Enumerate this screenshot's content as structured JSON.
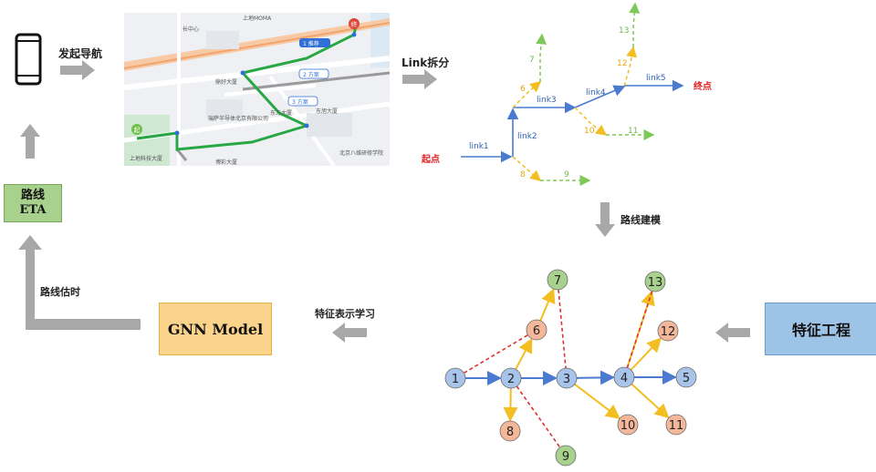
{
  "flow": {
    "start_navigation": "发起导航",
    "link_split": "Link拆分",
    "route_modeling": "路线建模",
    "feature_learning": "特征表示学习",
    "route_estimation": "路线估时",
    "route_eta_line1": "路线",
    "route_eta_line2": "ETA",
    "gnn_model": "GNN Model",
    "feature_engineering": "特征工程"
  },
  "map": {
    "labels": [
      "上地MOMA",
      "长中心",
      "1 推荐",
      "2 方案",
      "3 方案",
      "鼎好大厦",
      "东方大厦",
      "瑞萨半导体北京有限公司",
      "上地科技大厦",
      "东旭大厦",
      "北京八维研修学院",
      "博彩大厦"
    ],
    "start_marker": "起",
    "end_marker": "终"
  },
  "links": {
    "start": "起点",
    "end": "终点",
    "link1": "link1",
    "link2": "link2",
    "link3": "link3",
    "link4": "link4",
    "link5": "link5",
    "side_numbers": [
      "6",
      "7",
      "8",
      "9",
      "10",
      "11",
      "12",
      "13"
    ]
  },
  "graph": {
    "nodes": [
      {
        "id": "1",
        "group": "main"
      },
      {
        "id": "2",
        "group": "main"
      },
      {
        "id": "3",
        "group": "main"
      },
      {
        "id": "4",
        "group": "main"
      },
      {
        "id": "5",
        "group": "main"
      },
      {
        "id": "6",
        "group": "adjacent"
      },
      {
        "id": "7",
        "group": "neighbor"
      },
      {
        "id": "8",
        "group": "adjacent"
      },
      {
        "id": "9",
        "group": "neighbor"
      },
      {
        "id": "10",
        "group": "adjacent"
      },
      {
        "id": "11",
        "group": "adjacent"
      },
      {
        "id": "12",
        "group": "adjacent"
      },
      {
        "id": "13",
        "group": "neighbor"
      }
    ],
    "edges": [
      {
        "from": "1",
        "to": "2",
        "style": "main"
      },
      {
        "from": "2",
        "to": "3",
        "style": "main"
      },
      {
        "from": "3",
        "to": "4",
        "style": "main"
      },
      {
        "from": "4",
        "to": "5",
        "style": "main"
      },
      {
        "from": "2",
        "to": "6",
        "style": "yellow"
      },
      {
        "from": "6",
        "to": "7",
        "style": "yellow"
      },
      {
        "from": "2",
        "to": "8",
        "style": "yellow"
      },
      {
        "from": "3",
        "to": "10",
        "style": "yellow"
      },
      {
        "from": "4",
        "to": "11",
        "style": "yellow"
      },
      {
        "from": "4",
        "to": "12",
        "style": "yellow"
      },
      {
        "from": "4",
        "to": "13",
        "style": "yellow"
      },
      {
        "from": "1",
        "to": "6",
        "style": "red-dashed"
      },
      {
        "from": "7",
        "to": "3",
        "style": "red-dashed"
      },
      {
        "from": "2",
        "to": "9",
        "style": "red-dashed"
      },
      {
        "from": "4",
        "to": "13",
        "style": "red-dashed"
      }
    ]
  },
  "colors": {
    "main_node": "#a9c4eb",
    "adjacent_node": "#f5b799",
    "neighbor_node": "#a9d18e",
    "main_edge": "#4a7bd0",
    "yellow_edge": "#f2be22",
    "red_edge": "#e03030",
    "green_dash": "#7ec85a",
    "gray_arrow": "#a8a8a8",
    "eta_box": "#a9d18e",
    "gnn_box": "#fcd38a",
    "feature_box": "#9dc3e6"
  }
}
